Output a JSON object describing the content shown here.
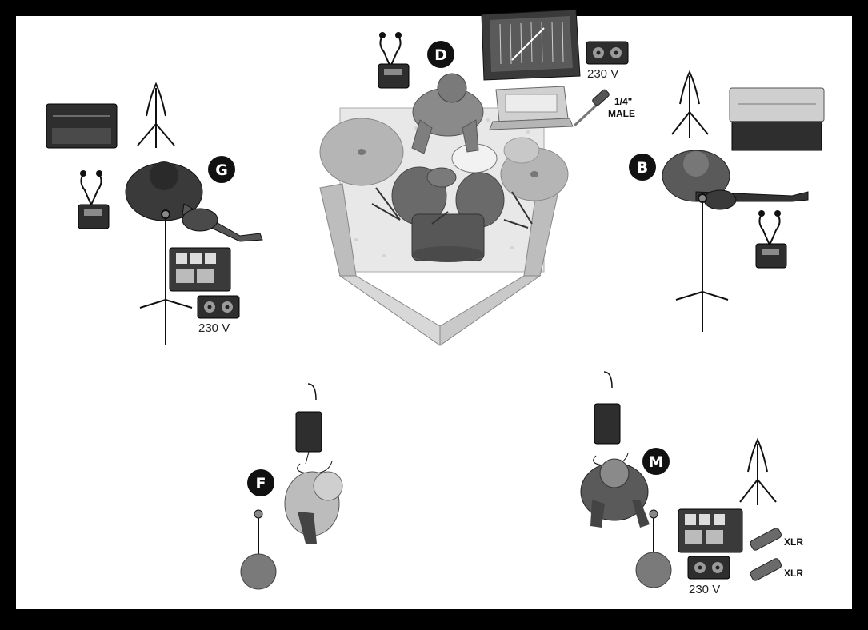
{
  "positions": {
    "drummer": {
      "badge": "D"
    },
    "guitar_left": {
      "badge": "G"
    },
    "bass_right": {
      "badge": "B"
    },
    "vocal_female": {
      "badge": "F"
    },
    "vocal_male": {
      "badge": "M"
    }
  },
  "power_labels": {
    "mixer_outlet": "230 V",
    "guitar_outlet": "230 V",
    "male_vocal_outlet": "230 V"
  },
  "connector_labels": {
    "jack_line1": "1/4\"",
    "jack_line2": "MALE",
    "xlr_1": "XLR",
    "xlr_2": "XLR"
  },
  "colors": {
    "frame": "#000000",
    "background": "#ffffff",
    "badge": "#111111",
    "equipment_dark": "#2b2b2b",
    "equipment_mid": "#6f6f6f",
    "equipment_light": "#cfcfcf",
    "riser": "#e9e9e9"
  }
}
